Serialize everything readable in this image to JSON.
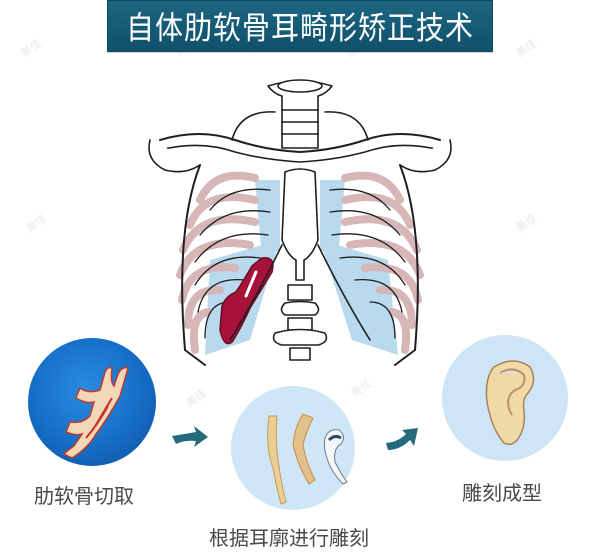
{
  "title": "自体肋软骨耳畸形矫正技术",
  "illustration": {
    "name": "ribcage-diagram",
    "highlight_color": "#a8123a",
    "cartilage_color": "#e8cfcf",
    "costal_blue": "#b9d9ee"
  },
  "steps": [
    {
      "label": "肋软骨切取",
      "circle_color": "#1670c8"
    },
    {
      "label": "根据耳廓进行雕刻",
      "circle_color": "#cfe6f6"
    },
    {
      "label": "雕刻成型",
      "circle_color": "#cde5f6"
    }
  ],
  "arrows": {
    "color": "#246a7c"
  },
  "watermark": {
    "text": "美佳"
  }
}
